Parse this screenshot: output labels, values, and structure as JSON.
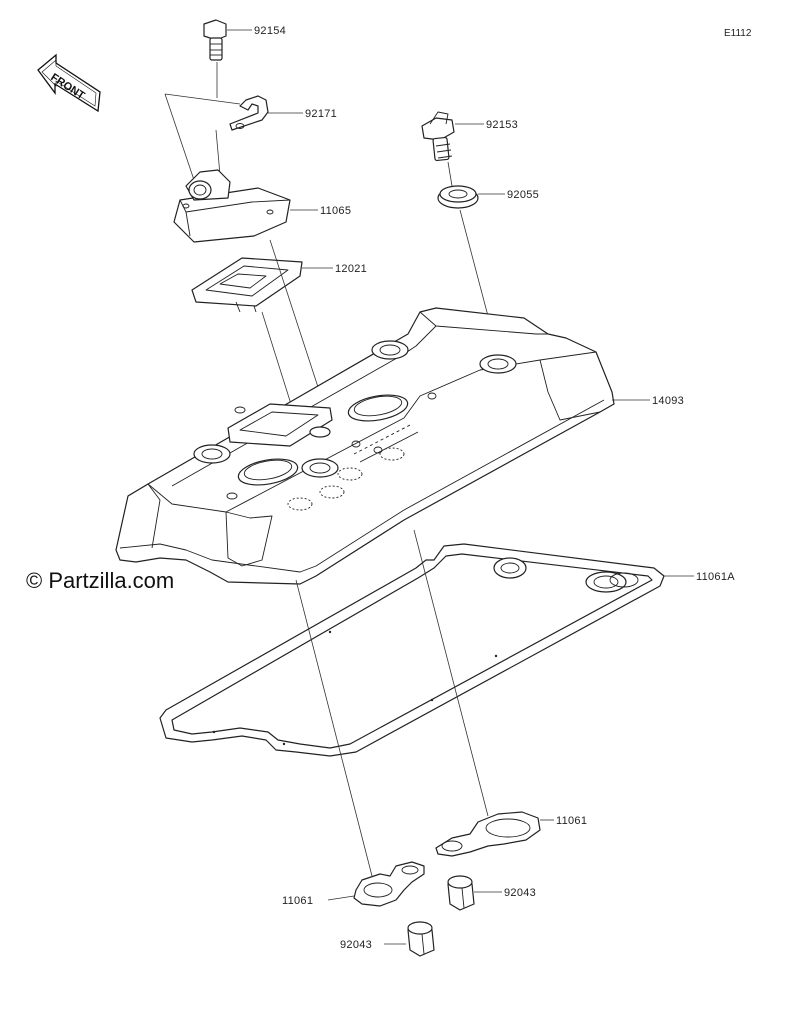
{
  "diagram": {
    "code": "E1112",
    "front_label": "FRONT",
    "watermark": "© Partzilla.com",
    "callouts": {
      "c92154": "92154",
      "c92171": "92171",
      "c92153": "92153",
      "c92055": "92055",
      "c11065": "11065",
      "c12021": "12021",
      "c14093": "14093",
      "c11061A": "11061A",
      "c11061_right": "11061",
      "c11061_left": "11061",
      "c92043_right": "92043",
      "c92043_left": "92043"
    }
  }
}
